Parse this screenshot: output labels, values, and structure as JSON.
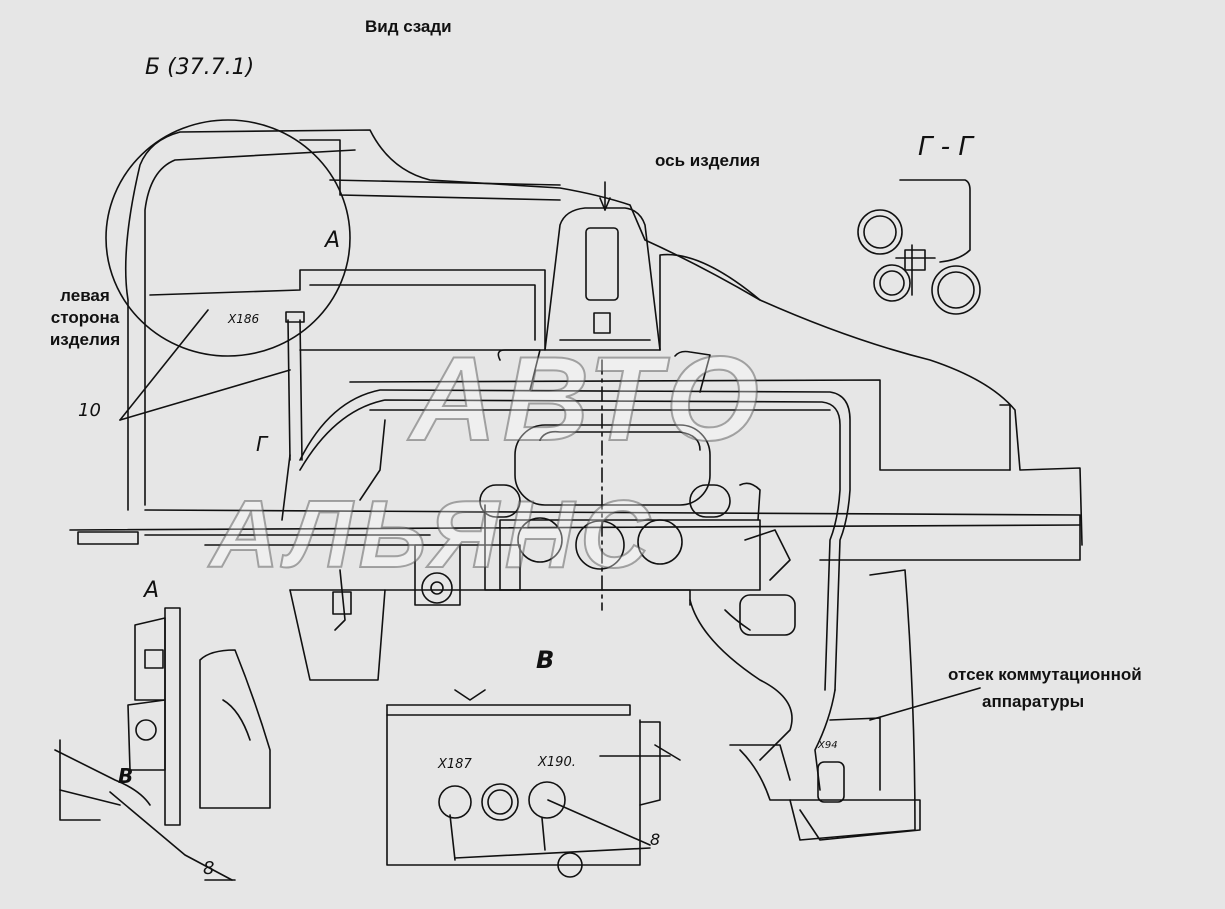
{
  "title": "Вид сзади",
  "labels": {
    "view_b": "Б (37.7.1)",
    "axis": "ось изделия",
    "section": "Г - Г",
    "left_side": [
      "левая",
      "сторона",
      "изделия"
    ],
    "compartment": [
      "отсек коммутационной",
      "аппаратуры"
    ],
    "callout_10": "10",
    "callout_8_left": "8",
    "callout_8_mid": "8",
    "view_a": "А",
    "view_a_mark": "А",
    "view_v": "В",
    "view_v_mark": "В",
    "gamma_mark": "Г",
    "x186": "X186",
    "x187": "X187",
    "x190": "X190.",
    "x94": "X94"
  },
  "watermark": {
    "line1": "АВТО",
    "line2": "АЛЬЯНС"
  },
  "colors": {
    "paper": "#e6e6e6",
    "ink": "#111111",
    "watermark": "#ffffff"
  }
}
